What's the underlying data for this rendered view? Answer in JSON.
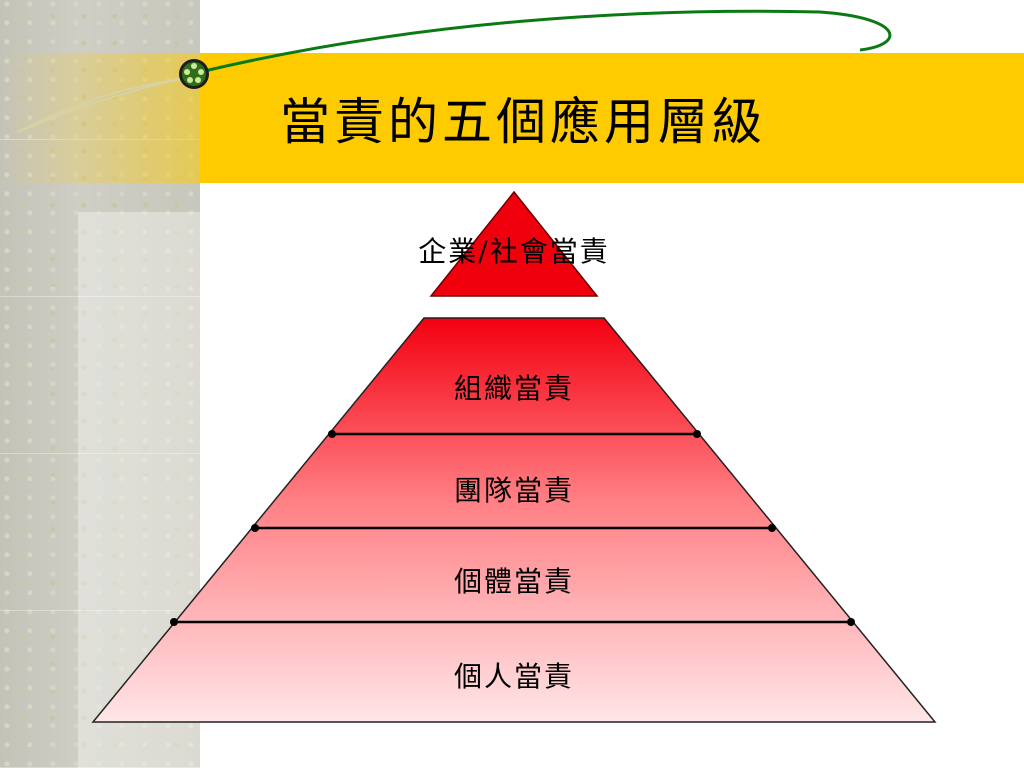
{
  "title": "當責的五個應用層級",
  "levels": [
    "企業/社會當責",
    "組織當責",
    "團隊當責",
    "個體當責",
    "個人當責"
  ],
  "colors": {
    "title_bar": "#fecb00",
    "top_tier": "#f0000c",
    "pyramid_top": "#f40010",
    "pyramid_bottom": "#ffe6e8",
    "ornament": "#0c7a12"
  }
}
